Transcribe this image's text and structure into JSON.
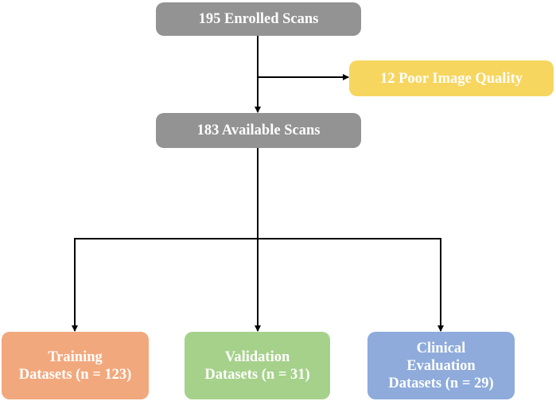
{
  "boxes": {
    "enrolled": {
      "line1": "195 Enrolled Scans"
    },
    "poor_quality": {
      "line1": "12 Poor Image Quality"
    },
    "available": {
      "line1": "183 Available Scans"
    },
    "training": {
      "line1": "Training",
      "line2": "Datasets (n = 123)"
    },
    "validation": {
      "line1": "Validation",
      "line2": "Datasets (n = 31)"
    },
    "clinical": {
      "line1": "Clinical",
      "line2": "Evaluation",
      "line3": "Datasets (n = 29)"
    }
  },
  "colors": {
    "gray_box": "#939393",
    "yellow_box": "#f7d660",
    "orange_box": "#f2a87d",
    "green_box": "#a6d18b",
    "blue_box": "#8eabdb",
    "text": "#ffffff",
    "connector": "#000000"
  }
}
